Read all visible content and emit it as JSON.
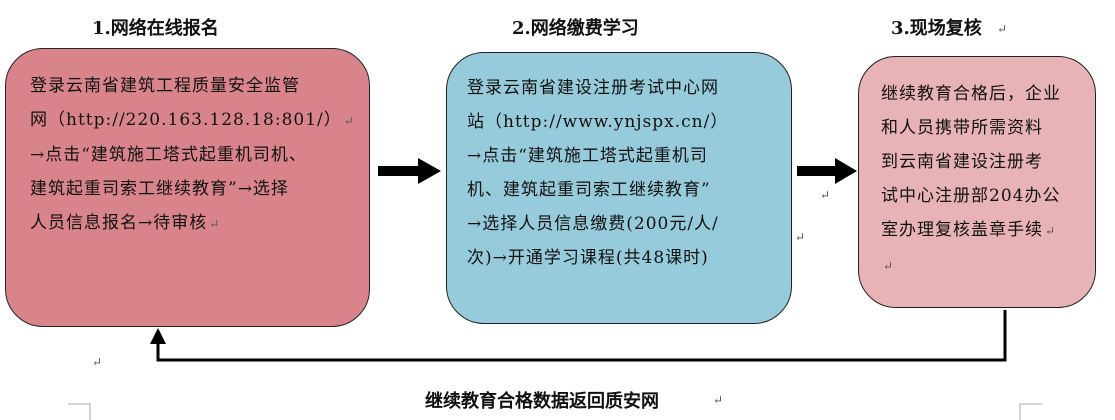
{
  "steps": [
    {
      "title": "1.网络在线报名",
      "lines": [
        "登录云南省建筑工程质量安全监管",
        "网（http://220.163.128.18:801/）",
        "→点击“建筑施工塔式起重机司机、",
        "建筑起重司索工继续教育”→选择",
        "人员信息报名→待审核"
      ]
    },
    {
      "title": "2.网络缴费学习",
      "lines": [
        "登录云南省建设注册考试中心网",
        "站（http://www.ynjspx.cn/）",
        "→点击“建筑施工塔式起重机司",
        "机、建筑起重司索工继续教育”",
        "→选择人员信息缴费(200元/人/",
        "次)→开通学习课程(共48课时)"
      ]
    },
    {
      "title": "3.现场复核",
      "lines": [
        "继续教育合格后，企业",
        "和人员携带所需资料",
        "到云南省建设注册考",
        "试中心注册部204办公",
        "室办理复核盖章手续"
      ]
    }
  ],
  "return_caption": "继续教育合格数据返回质安网",
  "colors": {
    "box1": "#d9848b",
    "box2": "#96cbdc",
    "box3": "#e8b3b6",
    "arrow": "#000000"
  }
}
